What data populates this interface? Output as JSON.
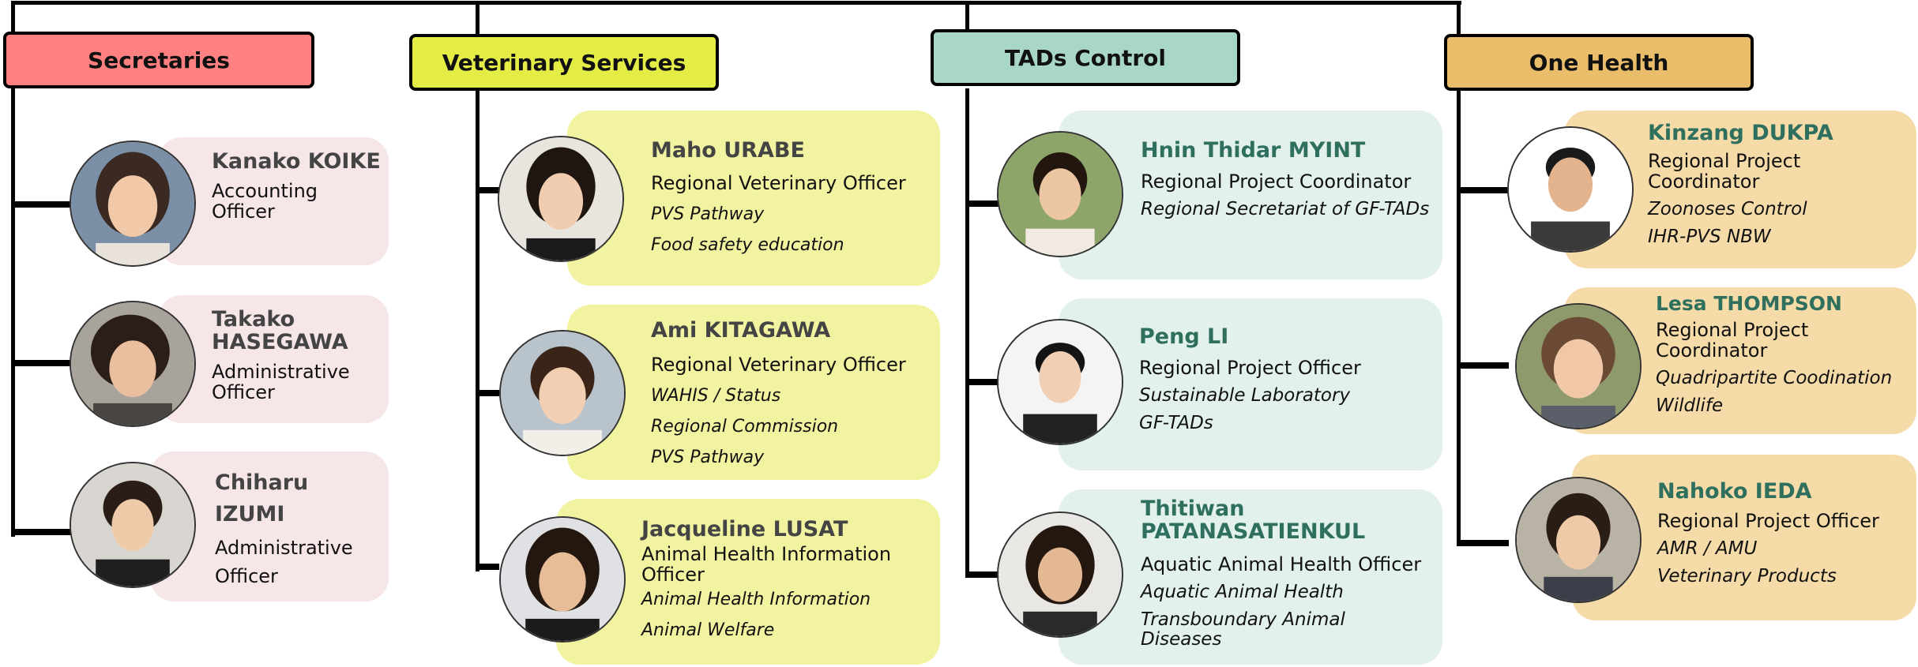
{
  "colors": {
    "secretaries_header": "#ff8080",
    "secretaries_card": "#f6e6e7",
    "vet_header": "#e4ec46",
    "vet_card": "#f2f3a0",
    "tads_header": "#a8d7c8",
    "tads_card": "#e2f1ec",
    "onehealth_header": "#eabd6a",
    "onehealth_card": "#f5dba8",
    "name_teal": "#2f6f5e"
  },
  "sections": [
    {
      "title": "Secretaries",
      "members": [
        {
          "name": "Kanako KOIKE",
          "role": "Accounting Officer",
          "duties": [],
          "photo": "portrait-kanako-koike"
        },
        {
          "name": "Takako HASEGAWA",
          "role": "Administrative Officer",
          "duties": [],
          "photo": "portrait-takako-hasegawa"
        },
        {
          "name": "Chiharu IZUMI",
          "role": "Administrative Officer",
          "duties": [],
          "photo": "portrait-chiharu-izumi"
        }
      ]
    },
    {
      "title": "Veterinary Services",
      "members": [
        {
          "name": "Maho URABE",
          "role": "Regional Veterinary Officer",
          "duties": [
            "PVS Pathway",
            "Food safety education"
          ],
          "photo": "portrait-maho-urabe"
        },
        {
          "name": "Ami KITAGAWA",
          "role": "Regional Veterinary Officer",
          "duties": [
            "WAHIS / Status",
            "Regional Commission",
            "PVS Pathway"
          ],
          "photo": "portrait-ami-kitagawa"
        },
        {
          "name": "Jacqueline LUSAT",
          "role": "Animal Health Information Officer",
          "duties": [
            "Animal Health Information",
            "Animal Welfare"
          ],
          "photo": "portrait-jacqueline-lusat"
        }
      ]
    },
    {
      "title": "TADs Control",
      "members": [
        {
          "name": "Hnin Thidar MYINT",
          "role": "Regional Project Coordinator",
          "duties": [
            "Regional Secretariat of GF-TADs"
          ],
          "photo": "portrait-hnin-thidar-myint"
        },
        {
          "name": "Peng LI",
          "role": "Regional Project Officer",
          "duties": [
            "Sustainable Laboratory",
            "GF-TADs"
          ],
          "photo": "portrait-peng-li"
        },
        {
          "name": "Thitiwan PATANASATIENKUL",
          "role": "Aquatic Animal Health Officer",
          "duties": [
            "Aquatic Animal Health",
            "Transboundary Animal Diseases"
          ],
          "photo": "portrait-thitiwan-patanasatienkul"
        }
      ]
    },
    {
      "title": "One Health",
      "members": [
        {
          "name": "Kinzang DUKPA",
          "role": "Regional Project Coordinator",
          "duties": [
            "Zoonoses Control",
            "IHR-PVS NBW"
          ],
          "photo": "portrait-kinzang-dukpa"
        },
        {
          "name": "Lesa THOMPSON",
          "role": "Regional Project Coordinator",
          "duties": [
            "Quadripartite Coodination",
            "Wildlife"
          ],
          "photo": "portrait-lesa-thompson"
        },
        {
          "name": "Nahoko IEDA",
          "role": "Regional Project Officer",
          "duties": [
            "AMR / AMU",
            "Veterinary Products"
          ],
          "photo": "portrait-nahoko-ieda"
        }
      ]
    }
  ]
}
